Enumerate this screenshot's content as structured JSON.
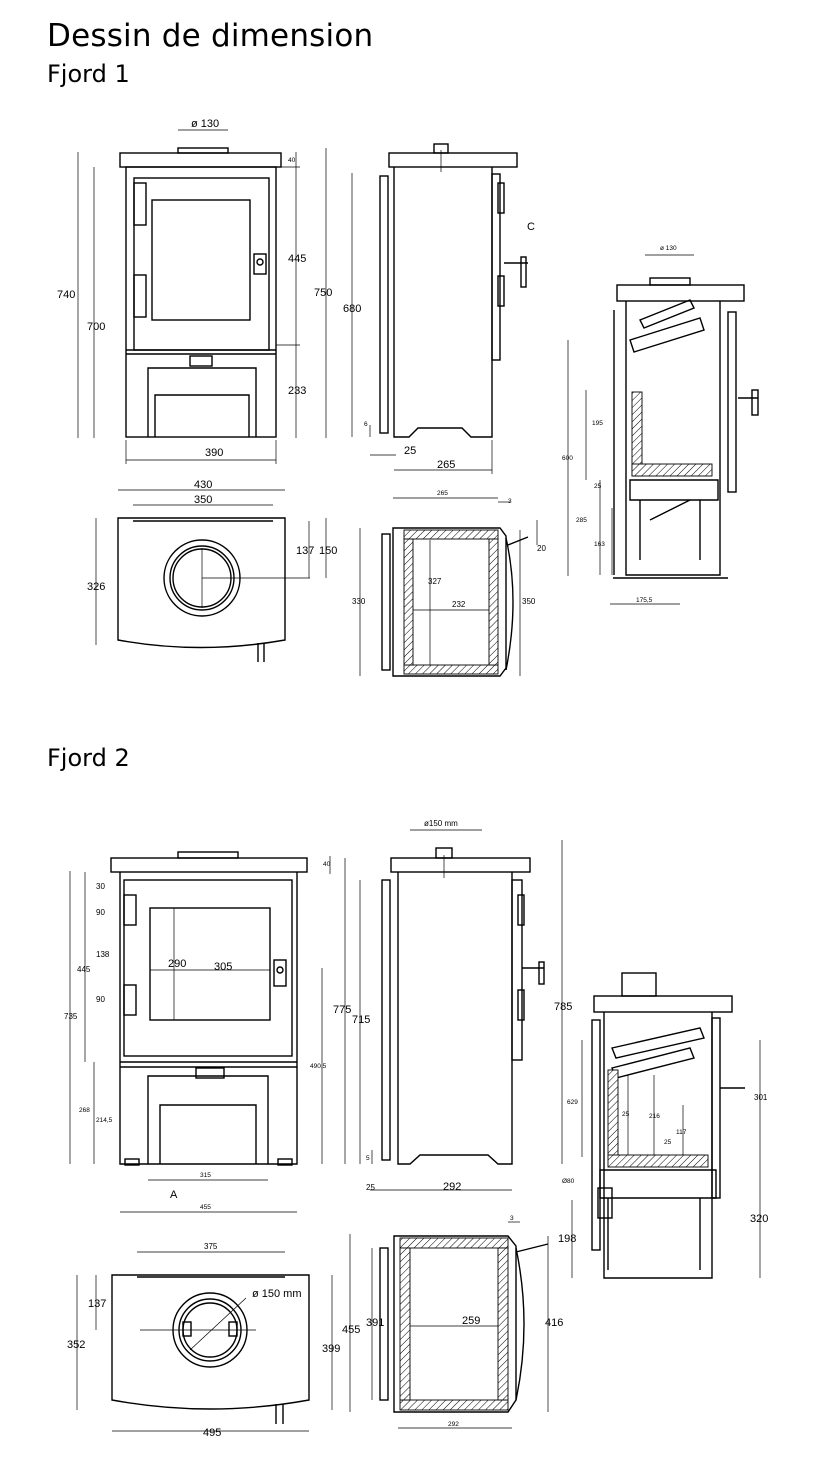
{
  "page": {
    "title": "Dessin de dimension"
  },
  "fjord1": {
    "title": "Fjord 1",
    "front": {
      "flue": "ø 130",
      "h_total": "740",
      "h_body": "700",
      "top": "40",
      "door": "445",
      "right_total": "750",
      "base": "233",
      "width": "390"
    },
    "side": {
      "height": "680",
      "feet": "6",
      "offset": "25",
      "depth": "265",
      "marker": "C"
    },
    "section": {
      "flue": "ø 130",
      "h600": "600",
      "h195": "195",
      "h25": "25",
      "h285": "285",
      "h163": "163",
      "w175": "175,5"
    },
    "top": {
      "w430": "430",
      "w350": "350",
      "d137": "137",
      "d150": "150",
      "d326": "326"
    },
    "plan": {
      "w265": "265",
      "w3": "3",
      "d20": "20",
      "d330": "330",
      "d327": "327",
      "w232": "232",
      "d350": "350"
    }
  },
  "fjord2": {
    "title": "Fjord 2",
    "front": {
      "top": "40",
      "d30": "30",
      "d90a": "90",
      "d138": "138",
      "d445": "445",
      "d90b": "90",
      "d735": "735",
      "d268": "268",
      "d214": "214,5",
      "d290": "290",
      "d305": "305",
      "d490": "490,5",
      "d315": "315",
      "marker": "A",
      "d455": "455"
    },
    "side": {
      "flue": "ø150 mm",
      "d775": "775",
      "d715": "715",
      "d785": "785",
      "d5": "5",
      "d25": "25",
      "d292": "292"
    },
    "section": {
      "d629": "629",
      "d25": "25",
      "d216": "216",
      "d117": "117",
      "d25b": "25",
      "d301": "301",
      "d80": "Ø80",
      "d198": "198",
      "d320": "320"
    },
    "top": {
      "w375": "375",
      "d137": "137",
      "flue": "ø 150 mm",
      "d352": "352",
      "d399": "399",
      "w495": "495"
    },
    "plan": {
      "w3": "3",
      "d455": "455",
      "d391": "391",
      "w259": "259",
      "d416": "416",
      "w292": "292"
    }
  }
}
